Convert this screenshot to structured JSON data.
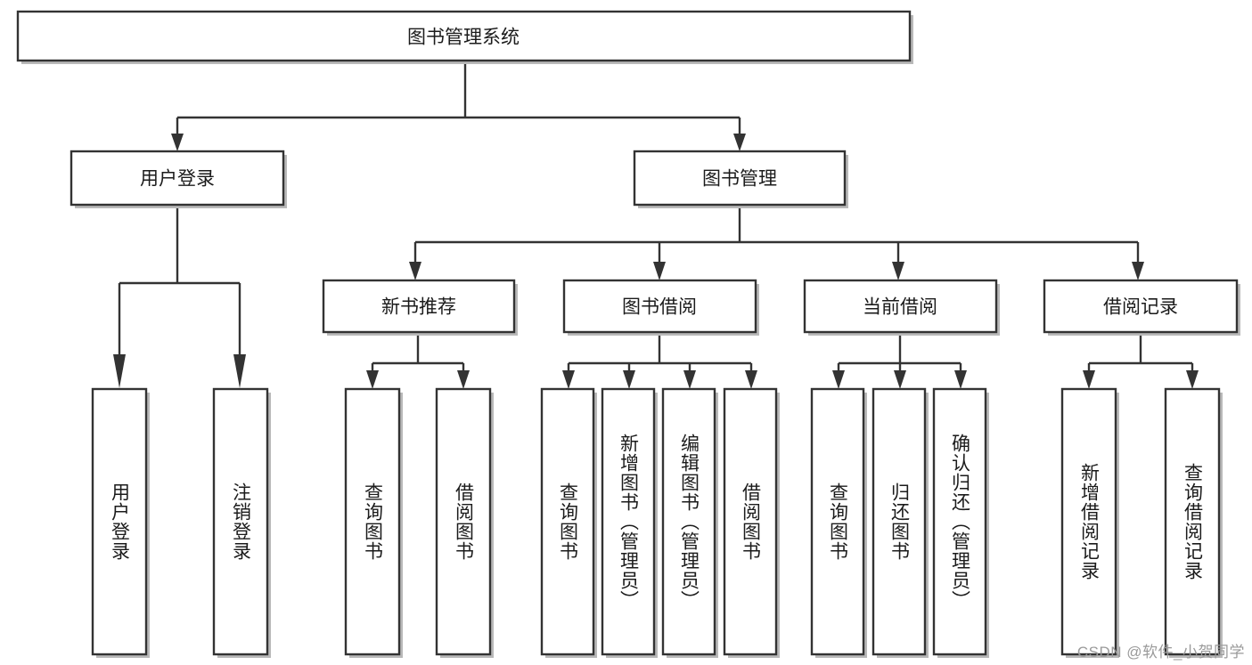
{
  "diagram": {
    "type": "tree-hierarchy-chart",
    "title": "图书管理系统",
    "colors": {
      "box_stroke": "#333333",
      "box_fill": "#ffffff",
      "shadow": "#b9b9b9",
      "text": "#1b1b1b",
      "background": "#ffffff",
      "watermark": "#9a9a9a"
    },
    "levels": {
      "root": {
        "label": "图书管理系统"
      },
      "level2": [
        {
          "label": "用户登录"
        },
        {
          "label": "图书管理"
        }
      ],
      "level3": [
        {
          "label": "新书推荐"
        },
        {
          "label": "图书借阅"
        },
        {
          "label": "当前借阅"
        },
        {
          "label": "借阅记录"
        }
      ],
      "leaves": {
        "user_login": [
          {
            "label": "用户登录"
          },
          {
            "label": "注销登录"
          }
        ],
        "new_book_recommend": [
          {
            "label": "查询图书"
          },
          {
            "label": "借阅图书"
          }
        ],
        "book_borrow": [
          {
            "label": "查询图书"
          },
          {
            "label": "新增图书（管理员）"
          },
          {
            "label": "编辑图书（管理员）"
          },
          {
            "label": "借阅图书"
          }
        ],
        "current_borrow": [
          {
            "label": "查询图书"
          },
          {
            "label": "归还图书"
          },
          {
            "label": "确认归还（管理员）"
          }
        ],
        "borrow_record": [
          {
            "label": "新增借阅记录"
          },
          {
            "label": "查询借阅记录"
          }
        ]
      }
    }
  },
  "watermark": {
    "text": "CSDN @软件_小贺同学"
  }
}
